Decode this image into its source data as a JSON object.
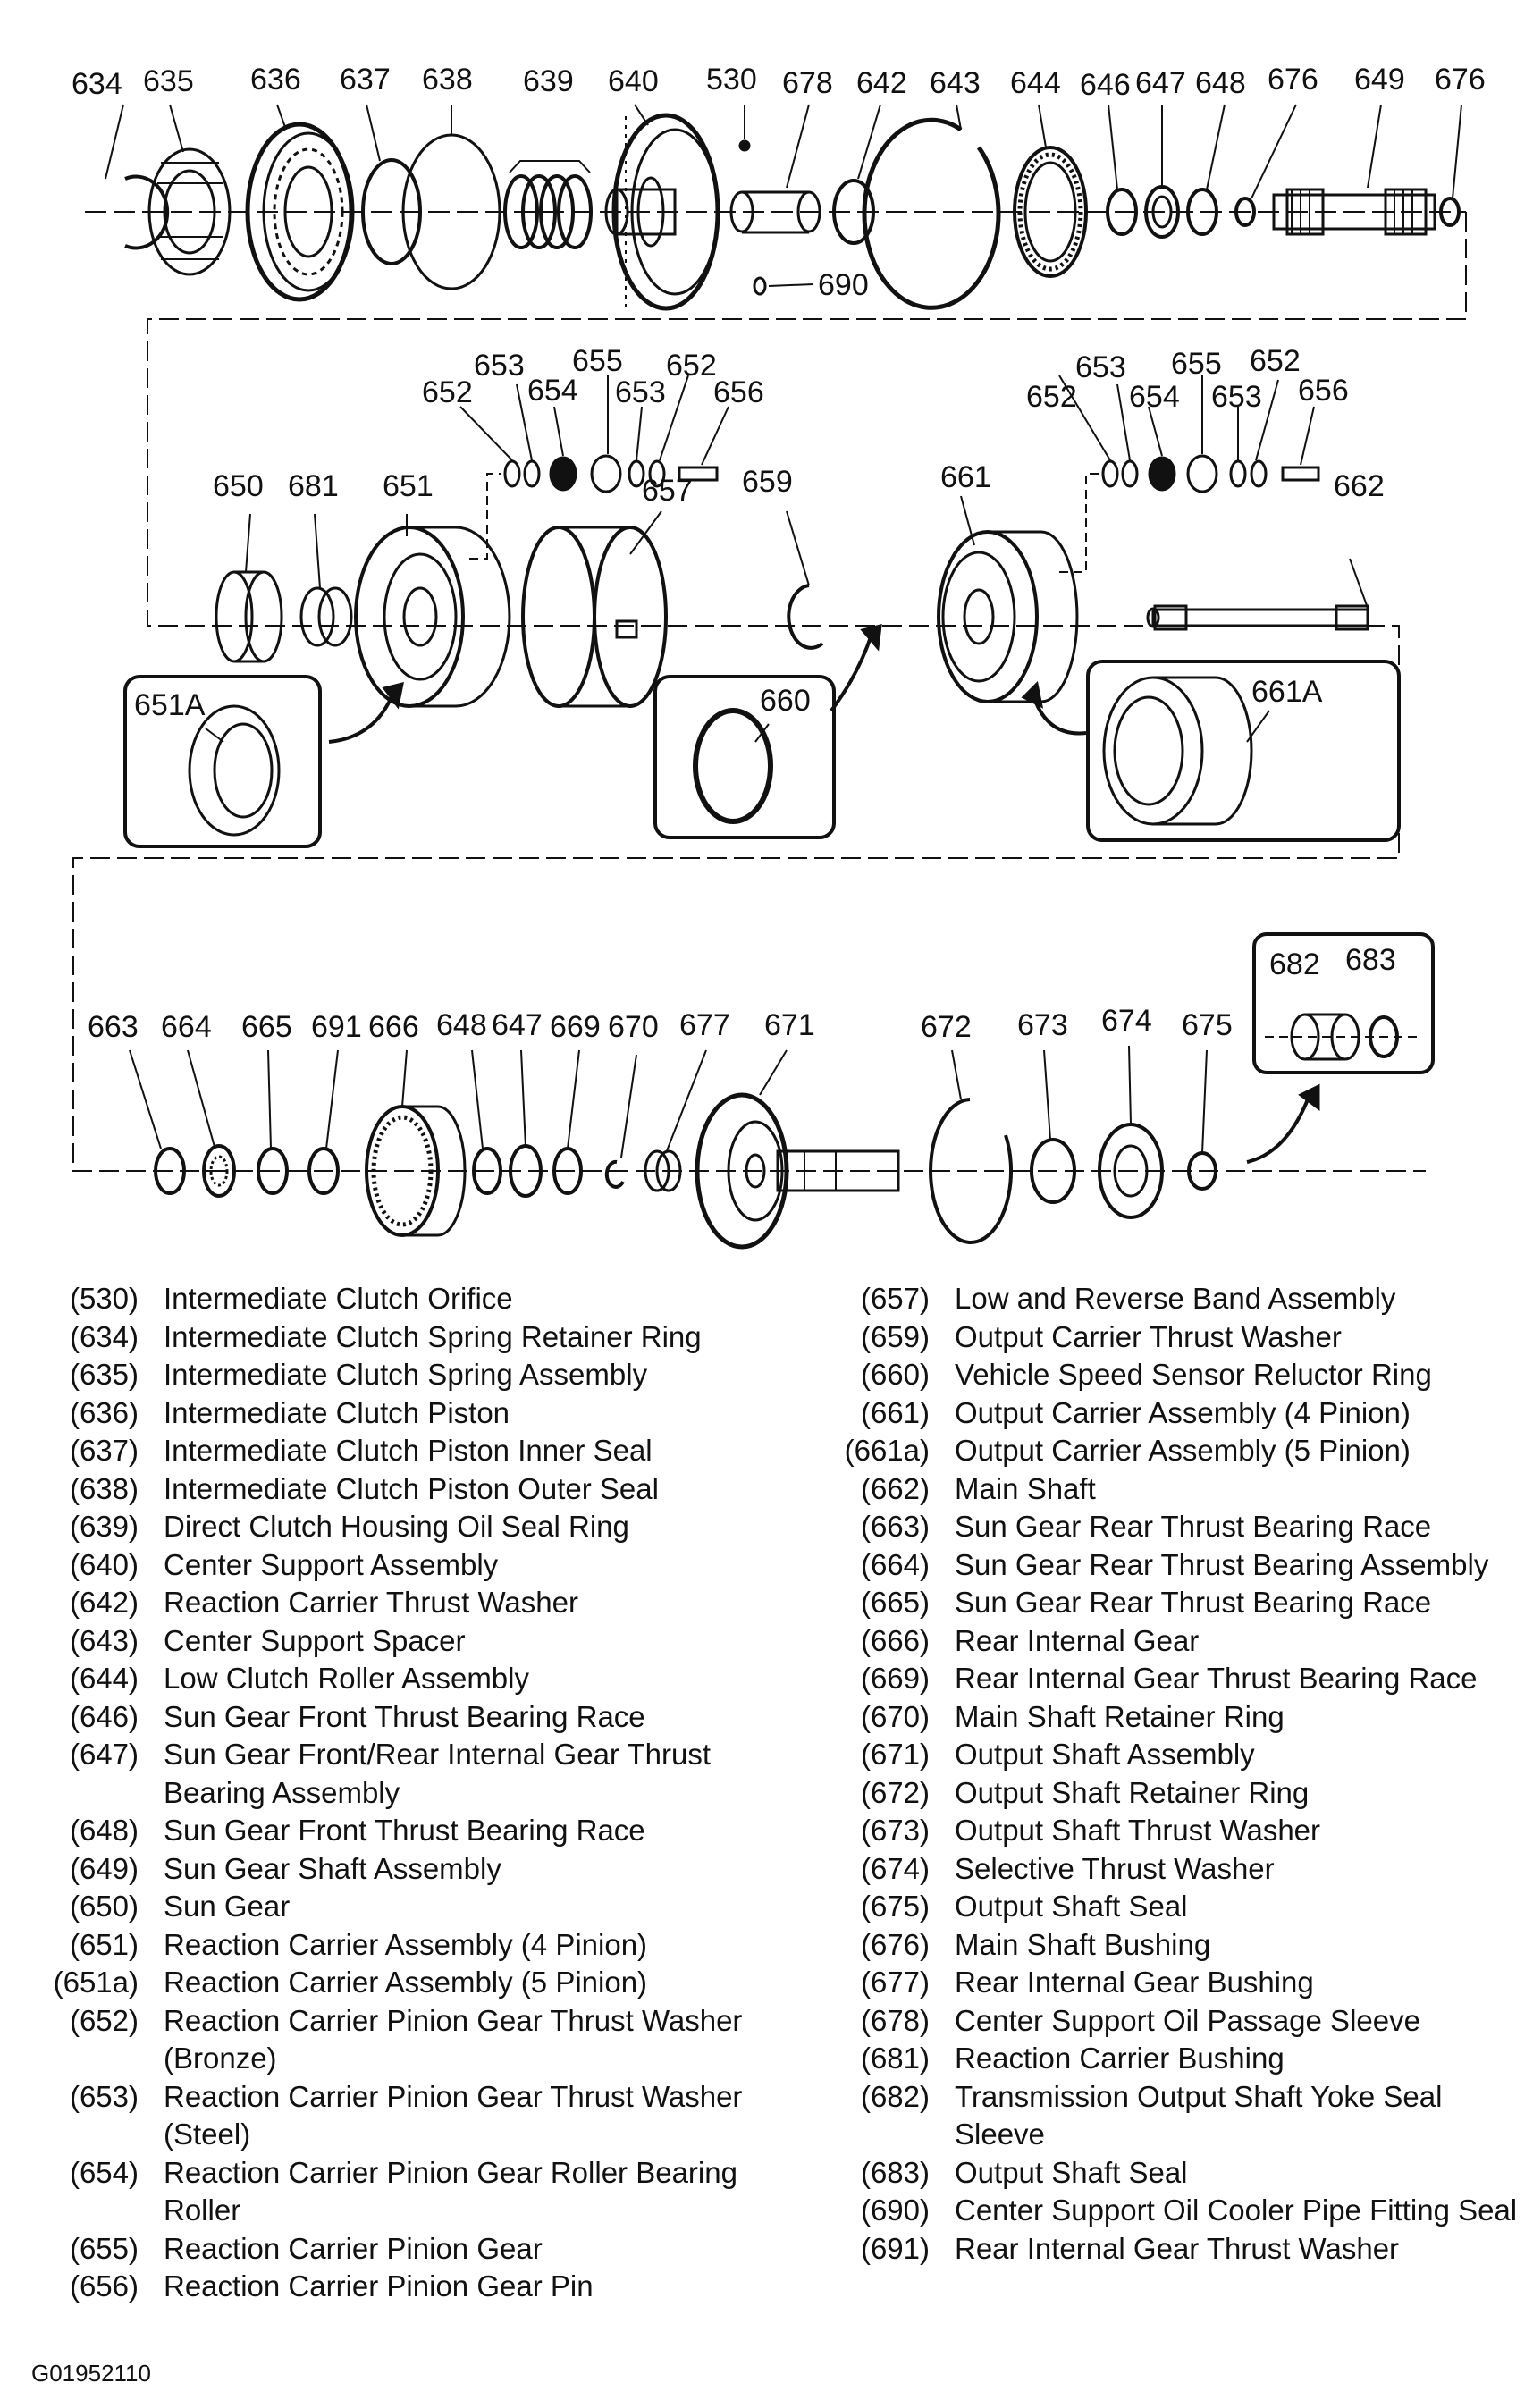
{
  "figure_id": "G01952110",
  "callouts": {
    "c634": "634",
    "c635": "635",
    "c636": "636",
    "c637": "637",
    "c638": "638",
    "c639": "639",
    "c640": "640",
    "c530": "530",
    "c678": "678",
    "c642": "642",
    "c643": "643",
    "c644": "644",
    "c646": "646",
    "c647": "647",
    "c648": "648",
    "c676a": "676",
    "c649": "649",
    "c676b": "676",
    "c690": "690",
    "r2_653a": "653",
    "r2_655a": "655",
    "r2_652a": "652",
    "r2_652b": "652",
    "r2_654a": "654",
    "r2_653b": "653",
    "r2_656a": "656",
    "r2_653c": "653",
    "r2_655b": "655",
    "r2_652c": "652",
    "r2_652d": "652",
    "r2_654b": "654",
    "r2_653d": "653",
    "r2_656b": "656",
    "c650": "650",
    "c681": "681",
    "c651": "651",
    "c657": "657",
    "c659": "659",
    "c661": "661",
    "c662": "662",
    "c651A": "651A",
    "c660": "660",
    "c661A": "661A",
    "c682": "682",
    "c683": "683",
    "c663": "663",
    "c664": "664",
    "c665": "665",
    "c691": "691",
    "c666": "666",
    "c648b": "648",
    "c647b": "647",
    "c669": "669",
    "c670": "670",
    "c677": "677",
    "c671": "671",
    "c672": "672",
    "c673": "673",
    "c674": "674",
    "c675": "675"
  },
  "legend_left": [
    {
      "num": "(530)",
      "desc": "Intermediate Clutch Orifice"
    },
    {
      "num": "(634)",
      "desc": "Intermediate Clutch Spring Retainer Ring"
    },
    {
      "num": "(635)",
      "desc": "Intermediate Clutch Spring Assembly"
    },
    {
      "num": "(636)",
      "desc": "Intermediate Clutch Piston"
    },
    {
      "num": "(637)",
      "desc": "Intermediate Clutch Piston Inner Seal"
    },
    {
      "num": "(638)",
      "desc": "Intermediate Clutch Piston Outer Seal"
    },
    {
      "num": "(639)",
      "desc": "Direct Clutch Housing Oil Seal Ring"
    },
    {
      "num": "(640)",
      "desc": "Center Support Assembly"
    },
    {
      "num": "(642)",
      "desc": "Reaction Carrier Thrust Washer"
    },
    {
      "num": "(643)",
      "desc": "Center Support Spacer"
    },
    {
      "num": "(644)",
      "desc": "Low Clutch Roller Assembly"
    },
    {
      "num": "(646)",
      "desc": "Sun Gear Front Thrust Bearing Race"
    },
    {
      "num": "(647)",
      "desc": "Sun Gear Front/Rear Internal Gear Thrust Bearing Assembly"
    },
    {
      "num": "(648)",
      "desc": "Sun Gear Front Thrust Bearing Race"
    },
    {
      "num": "(649)",
      "desc": "Sun Gear Shaft Assembly"
    },
    {
      "num": "(650)",
      "desc": "Sun Gear"
    },
    {
      "num": "(651)",
      "desc": "Reaction Carrier Assembly (4 Pinion)"
    },
    {
      "num": "(651a)",
      "desc": "Reaction Carrier Assembly (5 Pinion)"
    },
    {
      "num": "(652)",
      "desc": "Reaction Carrier Pinion Gear Thrust Washer (Bronze)"
    },
    {
      "num": "(653)",
      "desc": "Reaction Carrier Pinion Gear Thrust Washer (Steel)"
    },
    {
      "num": "(654)",
      "desc": "Reaction Carrier Pinion Gear Roller Bearing Roller"
    },
    {
      "num": "(655)",
      "desc": "Reaction Carrier Pinion Gear"
    },
    {
      "num": "(656)",
      "desc": "Reaction Carrier Pinion Gear Pin"
    }
  ],
  "legend_right": [
    {
      "num": "(657)",
      "desc": "Low and Reverse Band Assembly"
    },
    {
      "num": "(659)",
      "desc": "Output Carrier Thrust Washer"
    },
    {
      "num": "(660)",
      "desc": "Vehicle Speed Sensor Reluctor Ring"
    },
    {
      "num": "(661)",
      "desc": "Output Carrier Assembly (4 Pinion)"
    },
    {
      "num": "(661a)",
      "desc": "Output Carrier Assembly (5 Pinion)"
    },
    {
      "num": "(662)",
      "desc": "Main Shaft"
    },
    {
      "num": "(663)",
      "desc": "Sun Gear Rear Thrust Bearing Race"
    },
    {
      "num": "(664)",
      "desc": "Sun Gear Rear Thrust Bearing Assembly"
    },
    {
      "num": "(665)",
      "desc": "Sun Gear Rear Thrust Bearing Race"
    },
    {
      "num": "(666)",
      "desc": "Rear Internal Gear"
    },
    {
      "num": "(669)",
      "desc": "Rear Internal Gear Thrust Bearing Race"
    },
    {
      "num": "(670)",
      "desc": "Main Shaft Retainer Ring"
    },
    {
      "num": "(671)",
      "desc": "Output Shaft Assembly"
    },
    {
      "num": "(672)",
      "desc": "Output Shaft Retainer Ring"
    },
    {
      "num": "(673)",
      "desc": "Output Shaft Thrust Washer"
    },
    {
      "num": "(674)",
      "desc": "Selective Thrust Washer"
    },
    {
      "num": "(675)",
      "desc": "Output Shaft Seal"
    },
    {
      "num": "(676)",
      "desc": "Main Shaft Bushing"
    },
    {
      "num": "(677)",
      "desc": "Rear Internal Gear Bushing"
    },
    {
      "num": "(678)",
      "desc": "Center Support Oil Passage Sleeve"
    },
    {
      "num": "(681)",
      "desc": "Reaction Carrier Bushing"
    },
    {
      "num": "(682)",
      "desc": "Transmission Output Shaft Yoke Seal Sleeve"
    },
    {
      "num": "(683)",
      "desc": "Output Shaft Seal"
    },
    {
      "num": "(690)",
      "desc": "Center Support Oil Cooler Pipe Fitting Seal"
    },
    {
      "num": "(691)",
      "desc": "Rear Internal Gear Thrust Washer"
    }
  ]
}
